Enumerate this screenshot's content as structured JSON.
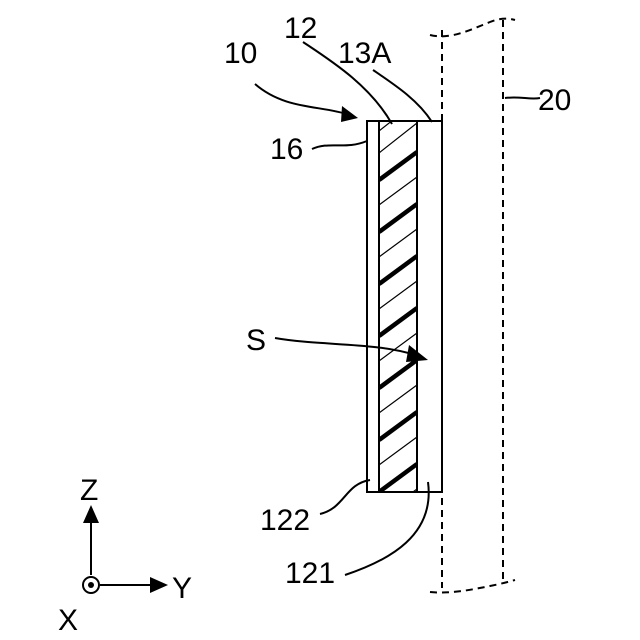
{
  "labels": {
    "device": "10",
    "layer_12": "12",
    "layer_13A": "13A",
    "layer_16": "16",
    "body_20": "20",
    "space_S": "S",
    "surface_122": "122",
    "surface_121": "121"
  },
  "axes": {
    "z": "Z",
    "y": "Y",
    "x": "X"
  }
}
